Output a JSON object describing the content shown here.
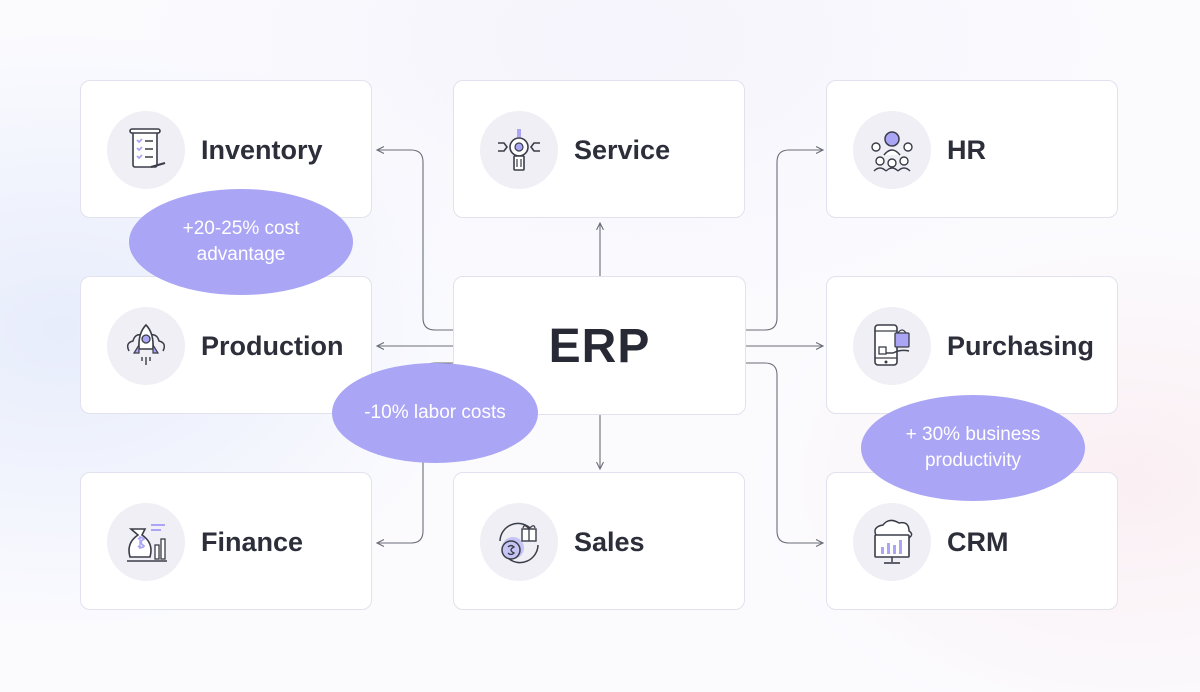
{
  "center": {
    "label": "ERP"
  },
  "modules": [
    {
      "label": "Inventory",
      "icon": "inventory-checklist-icon"
    },
    {
      "label": "Service",
      "icon": "service-gear-wrench-icon"
    },
    {
      "label": "HR",
      "icon": "hr-people-icon"
    },
    {
      "label": "Production",
      "icon": "production-rocket-icon"
    },
    {
      "label": "Purchasing",
      "icon": "purchasing-phone-bag-icon"
    },
    {
      "label": "Finance",
      "icon": "finance-money-bag-icon"
    },
    {
      "label": "Sales",
      "icon": "sales-coin-gift-icon"
    },
    {
      "label": "CRM",
      "icon": "crm-cloud-monitor-icon"
    }
  ],
  "badges": [
    {
      "text": "+20-25% cost advantage"
    },
    {
      "text": "-10% labor costs"
    },
    {
      "text": "+ 30% business productivity"
    }
  ],
  "colors": {
    "accent": "#aaa5f5",
    "text": "#2c2f3a",
    "card_border": "#e2e1ee",
    "icon_bg": "#f0eff5",
    "connector": "#6b6e78"
  }
}
